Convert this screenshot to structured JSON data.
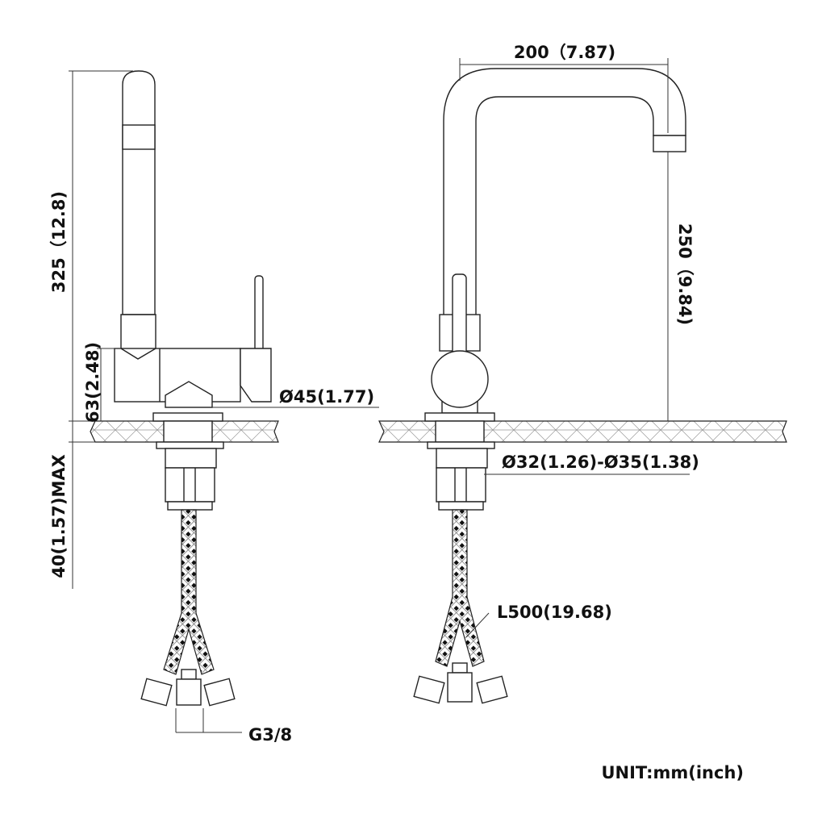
{
  "title": "Kitchen faucet dimension drawing",
  "unit_label": "UNIT:mm(inch)",
  "side_view": {
    "total_height": "325（12.8)",
    "body_height": "63(2.48)",
    "body_diameter": "Ø45(1.77)",
    "max_deck_thickness": "40(1.57)MAX",
    "connector": "G3/8"
  },
  "front_view": {
    "spout_reach": "200（7.87)",
    "spout_height": "250（9.84)",
    "mounting_hole": "Ø32(1.26)-Ø35(1.38)",
    "hose_length": "L500(19.68)"
  }
}
